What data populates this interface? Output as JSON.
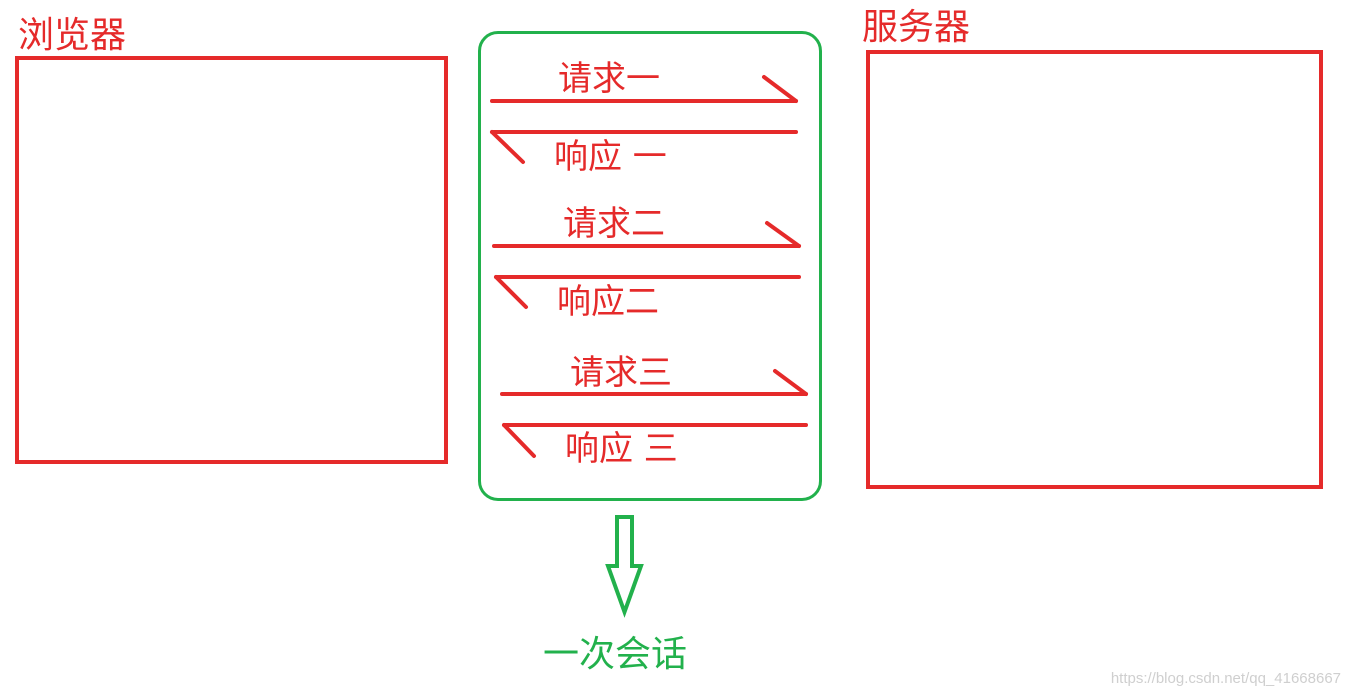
{
  "colors": {
    "red": "#e52a2a",
    "green": "#22b14c",
    "watermark": "#cfcfcf"
  },
  "browser": {
    "label": "浏览器"
  },
  "server": {
    "label": "服务器"
  },
  "exchanges": [
    {
      "request": "请求一",
      "response": "响应 一"
    },
    {
      "request": "请求二",
      "response": "响应二"
    },
    {
      "request": "请求三",
      "response": "响应 三"
    }
  ],
  "session": {
    "label": "一次会话"
  },
  "watermark": "https://blog.csdn.net/qq_41668667"
}
